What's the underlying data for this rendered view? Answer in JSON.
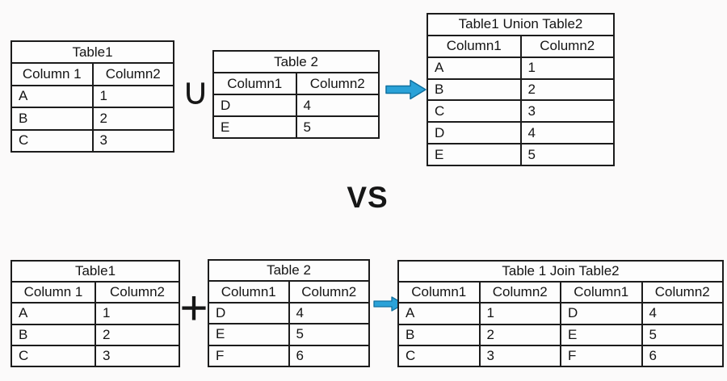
{
  "colors": {
    "background": "#fbfafa",
    "table_border": "#1c1c1c",
    "text": "#141414",
    "arrow_fill": "#2aa2d8",
    "arrow_outline": "#10709f"
  },
  "operators": {
    "union": "∪",
    "plus": "+",
    "vs": "VS"
  },
  "tables": {
    "top_left": {
      "title": "Table1",
      "headers": [
        "Column 1",
        "Column2"
      ],
      "rows": [
        [
          "A",
          "1"
        ],
        [
          "B",
          "2"
        ],
        [
          "C",
          "3"
        ]
      ]
    },
    "top_middle": {
      "title": "Table 2",
      "headers": [
        "Column1",
        "Column2"
      ],
      "rows": [
        [
          "D",
          "4"
        ],
        [
          "E",
          "5"
        ]
      ]
    },
    "top_result": {
      "title": "Table1 Union Table2",
      "headers": [
        "Column1",
        "Column2"
      ],
      "rows": [
        [
          "A",
          "1"
        ],
        [
          "B",
          "2"
        ],
        [
          "C",
          "3"
        ],
        [
          "D",
          "4"
        ],
        [
          "E",
          "5"
        ]
      ]
    },
    "bottom_left": {
      "title": "Table1",
      "headers": [
        "Column 1",
        "Column2"
      ],
      "rows": [
        [
          "A",
          "1"
        ],
        [
          "B",
          "2"
        ],
        [
          "C",
          "3"
        ]
      ]
    },
    "bottom_middle": {
      "title": "Table 2",
      "headers": [
        "Column1",
        "Column2"
      ],
      "rows": [
        [
          "D",
          "4"
        ],
        [
          "E",
          "5"
        ],
        [
          "F",
          "6"
        ]
      ]
    },
    "bottom_result": {
      "title": "Table 1 Join Table2",
      "headers": [
        "Column1",
        "Column2",
        "Column1",
        "Column2"
      ],
      "rows": [
        [
          "A",
          "1",
          "D",
          "4"
        ],
        [
          "B",
          "2",
          "E",
          "5"
        ],
        [
          "C",
          "3",
          "F",
          "6"
        ]
      ]
    }
  }
}
